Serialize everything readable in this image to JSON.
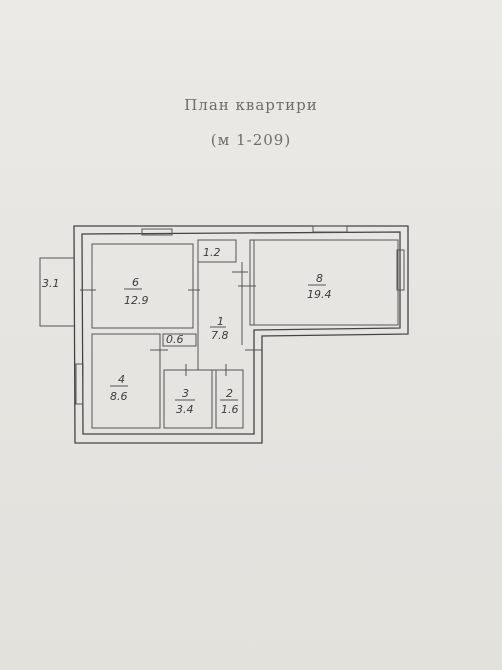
{
  "header": {
    "title": "План квартири",
    "subtitle": "(м 1-209)"
  },
  "rooms": [
    {
      "id": "balcony",
      "number": "",
      "area": "3.1"
    },
    {
      "id": "room-6",
      "number": "6",
      "area": "12.9"
    },
    {
      "id": "room-1-2",
      "number": "",
      "area": "1.2"
    },
    {
      "id": "room-8",
      "number": "8",
      "area": "19.4"
    },
    {
      "id": "room-1",
      "number": "1",
      "area": "7.8"
    },
    {
      "id": "room-5",
      "number": "",
      "area": "0.6"
    },
    {
      "id": "room-4",
      "number": "4",
      "area": "8.6"
    },
    {
      "id": "room-3",
      "number": "3",
      "area": "3.4"
    },
    {
      "id": "room-2",
      "number": "2",
      "area": "1.6"
    }
  ],
  "colors": {
    "paper": "#e9e7e3",
    "ink": "#444444",
    "title": "#6f6d6b"
  }
}
